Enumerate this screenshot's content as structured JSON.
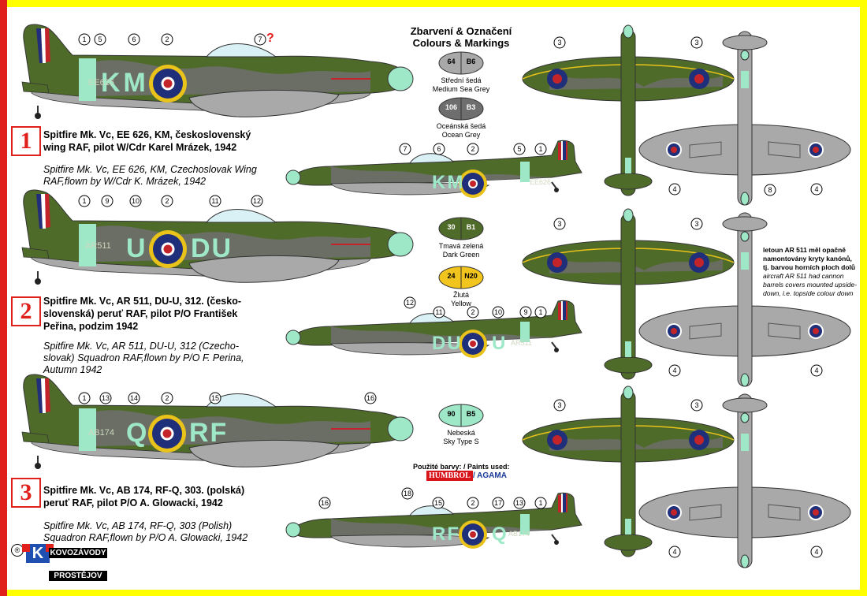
{
  "colors": {
    "border_top": "#ffff00",
    "border_bottom": "#ffff00",
    "border_left": "#e0201b",
    "border_right": "#ffff00",
    "dark_green": "#4f6b2a",
    "ocean_grey": "#6e6e6e",
    "medium_sea_grey": "#a9a9a9",
    "sky": "#9ee8c8",
    "roundel_blue": "#1f2f7a",
    "roundel_red": "#c3242a",
    "yellow_ring": "#e9c21a"
  },
  "legend": {
    "title_cz": "Zbarvení & Označení",
    "title_en": "Colours & Markings",
    "swatches": [
      {
        "code1": "64",
        "code2": "B6",
        "name_cz": "Střední šedá",
        "name_en": "Medium Sea Grey",
        "color": "#a9a9a9"
      },
      {
        "code1": "106",
        "code2": "B3",
        "name_cz": "Oceánská šedá",
        "name_en": "Ocean Grey",
        "color": "#6e6e6e"
      },
      {
        "code1": "30",
        "code2": "B1",
        "name_cz": "Tmavá zelená",
        "name_en": "Dark Green",
        "color": "#4f6b2a"
      },
      {
        "code1": "24",
        "code2": "N20",
        "name_cz": "Žlutá",
        "name_en": "Yellow",
        "color": "#f2c41e"
      },
      {
        "code1": "90",
        "code2": "B5",
        "name_cz": "Nebeská",
        "name_en": "Sky Type S",
        "color": "#9ee8c8"
      }
    ],
    "paints_label": "Použité barvy: / Paints used:",
    "humbrol": "HUMBROL",
    "agama": "/ AGAMA"
  },
  "variants": [
    {
      "number": "1",
      "caption_cz_line1": "Spitfire Mk. Vc, EE 626, KM, československý",
      "caption_cz_line2": "wing RAF, pilot W/Cdr Karel Mrázek,  1942",
      "caption_en_line1": "Spitfire Mk. Vc, EE 626, KM, Czechoslovak Wing",
      "caption_en_line2": "RAF,flown by W/Cdr K. Mrázek, 1942",
      "code_left": "KM",
      "serial": "EE626",
      "code_right": ""
    },
    {
      "number": "2",
      "caption_cz_line1": "Spitfire Mk. Vc, AR 511, DU-U, 312. (česko-",
      "caption_cz_line2": "slovenská) peruť RAF, pilot P/O František",
      "caption_cz_line3": "Peřina, podzim 1942",
      "caption_en_line1": "Spitfire Mk. Vc, AR 511, DU-U, 312 (Czecho-",
      "caption_en_line2": "slovak) Squadron RAF,flown by P/O F. Perina,",
      "caption_en_line3": "Autumn 1942",
      "code_left": "U",
      "serial": "AR511",
      "code_right": "DU"
    },
    {
      "number": "3",
      "caption_cz_line1": "Spitfire Mk. Vc, AB 174, RF-Q, 303. (polská)",
      "caption_cz_line2": "peruť RAF, pilot P/O A. Glowacki, 1942",
      "caption_en_line1": "Spitfire Mk. Vc, AB 174, RF-Q, 303 (Polish)",
      "caption_en_line2": "Squadron RAF,flown by P/O A. Glowacki, 1942",
      "code_left": "Q",
      "serial": "AB174",
      "code_right": "RF"
    }
  ],
  "starboard_codes": [
    {
      "left": "KM",
      "serial": "EE626"
    },
    {
      "left": "DU",
      "right": "U",
      "serial": "AR511"
    },
    {
      "left": "RF",
      "right": "Q",
      "serial": "AB174"
    }
  ],
  "callouts": {
    "v1_left": [
      "1",
      "5",
      "6",
      "2",
      "7"
    ],
    "v1_right": [
      "7",
      "6",
      "2",
      "5",
      "1"
    ],
    "v2_left": [
      "1",
      "9",
      "10",
      "2",
      "11",
      "12"
    ],
    "v2_right": [
      "12",
      "11",
      "2",
      "10",
      "9",
      "1"
    ],
    "v3_left": [
      "1",
      "13",
      "14",
      "2",
      "15",
      "16"
    ],
    "v3_right": [
      "16",
      "18",
      "15",
      "2",
      "17",
      "13",
      "1"
    ],
    "plan_top": [
      "3",
      "3"
    ],
    "plan_bottom": [
      "4",
      "8",
      "4"
    ],
    "question": "?"
  },
  "note": {
    "cz_line1": "letoun AR 511 měl opačně",
    "cz_line2": "namontovány kryty kanónů,",
    "cz_line3": "tj. barvou horních ploch dolů",
    "en_line1": "aircraft AR 511 had cannon",
    "en_line2": "barrels covers mounted upside-",
    "en_line3": "down, i.e. topside colour down"
  },
  "logo": {
    "line1": "KOVOZÁVODY",
    "line2": "PROSTĚJOV",
    "letter": "K",
    "r": "®"
  }
}
